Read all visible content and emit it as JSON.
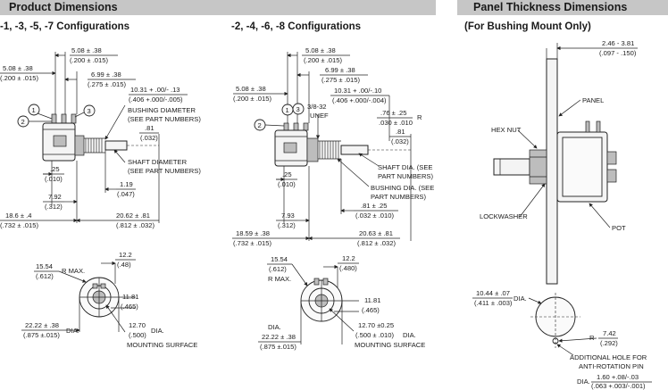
{
  "headers": {
    "product_dimensions": "Product Dimensions",
    "panel_thickness": "Panel Thickness Dimensions"
  },
  "subtitles": {
    "config_left": "-1, -3, -5, -7 Configurations",
    "config_mid": "-2, -4, -6, -8 Configurations",
    "panel_note": "(For Bushing Mount Only)"
  },
  "left": {
    "d508_top": "5.08 ± .38",
    "d508_top_in": "(.200 ± .015)",
    "d508_side": "5.08 ± .38",
    "d508_side_in": "(.200 ± .015)",
    "d699": "6.99 ± .38",
    "d699_in": "(.275 ± .015)",
    "d1031": "10.31 + .00/- .13",
    "d1031_in": "(.406 +.000/-.005)",
    "bushing_dia_1": "BUSHING DIAMETER",
    "bushing_dia_2": "(SEE PART NUMBERS)",
    "d081": ".81",
    "d081_in": "(.032)",
    "shaft_dia_1": "SHAFT DIAMETER",
    "shaft_dia_2": "(SEE PART NUMBERS)",
    "d025": ".25",
    "d025_in": "(.010)",
    "d119": "1.19",
    "d119_in": "(.047)",
    "d792": "7.92",
    "d792_in": "(.312)",
    "d186": "18.6 ± .4",
    "d186_in": "(.732 ± .015)",
    "d2062": "20.62 ± .81",
    "d2062_in": "(.812 ± .032)",
    "pin1": "1",
    "pin2": "2",
    "pin3": "3",
    "d122": "12.2",
    "d122_in": "(.48)",
    "d1554": "15.54",
    "d1554_in": "(.612)",
    "rmax": "R MAX.",
    "d1181": "11.81",
    "d1181_in": "(.465)",
    "d2222": "22.22 ± .38",
    "d2222_in": "(.875 ±.015)",
    "dia": "DIA.",
    "d1270": "12.70",
    "d1270_in": "(.500)",
    "dia2": "DIA.",
    "mounting": "MOUNTING SURFACE"
  },
  "mid": {
    "d508_top": "5.08 ± .38",
    "d508_top_in": "(.200 ± .015)",
    "d508_side": "5.08 ± .38",
    "d508_side_in": "(.200 ± .015)",
    "d699": "6.99 ± .38",
    "d699_in": "(.275 ± .015)",
    "thread_1": "3/8-32",
    "thread_2": "UNEF",
    "d1031": "10.31 + .00/-.10",
    "d1031_in": "(.406 +.000/-.004)",
    "d076": ".76 ± .25",
    "d076_in": ".030 ± .010",
    "r": "R",
    "d081": ".81",
    "d081_in": "(.032)",
    "shaft_dia_1": "SHAFT DIA. (SEE",
    "shaft_dia_2": "PART NUMBERS)",
    "bushing_dia_1": "BUSHING DIA. (SEE",
    "bushing_dia_2": "PART NUMBERS)",
    "d025": ".25",
    "d025_in": "(.010)",
    "d081b": ".81 ± .25",
    "d081b_in": "(.032 ± .010)",
    "d793": "7.93",
    "d793_in": "(.312)",
    "d1859": "18.59 ± .38",
    "d1859_in": "(.732 ± .015)",
    "d2063": "20.63 ± .81",
    "d2063_in": "(.812 ± .032)",
    "pin1": "1",
    "pin2": "2",
    "pin3": "3",
    "d1554": "15.54",
    "d1554_in": "(.612)",
    "rmax": "R MAX.",
    "d122": "12.2",
    "d122_in": "(.480)",
    "d1181": "11.81",
    "d1181_in": "(.465)",
    "dia": "DIA.",
    "d2222": "22.22 ± .38",
    "d2222_in": "(.875 ±.015)",
    "d1270": "12.70 ±0.25",
    "d1270_in": "(.500 ± .010)",
    "dia2": "DIA.",
    "mounting": "MOUNTING SURFACE"
  },
  "panel": {
    "d246": "2.46 - 3.81",
    "d246_in": "(.097 - .150)",
    "panel": "PANEL",
    "hex_nut": "HEX NUT",
    "lockwasher": "LOCKWASHER",
    "pot": "POT",
    "d1044": "10.44 ± .07",
    "d1044_in": "(.411 ± .003)",
    "dia": "DIA.",
    "r": "R",
    "d742": "7.42",
    "d742_in": "(.292)",
    "add_hole_1": "ADDITIONAL HOLE FOR",
    "add_hole_2": "ANTI-ROTATION PIN",
    "dia2": "DIA.",
    "d160": "1.60 +.08/-.03",
    "d160_in": "(.063 +.003/-.001)"
  }
}
